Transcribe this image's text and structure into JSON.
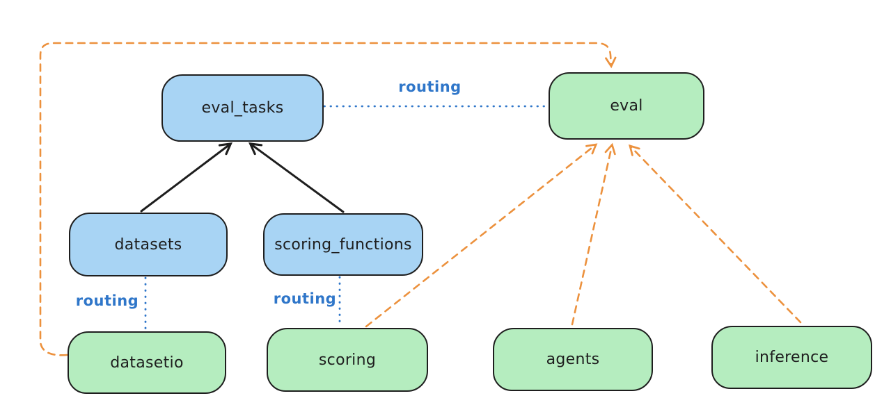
{
  "diagram": {
    "nodes": {
      "eval_tasks": {
        "label": "eval_tasks",
        "fill": "blue"
      },
      "eval": {
        "label": "eval",
        "fill": "green"
      },
      "datasets": {
        "label": "datasets",
        "fill": "blue"
      },
      "scoring_functions": {
        "label": "scoring_functions",
        "fill": "blue"
      },
      "datasetio": {
        "label": "datasetio",
        "fill": "green"
      },
      "scoring": {
        "label": "scoring",
        "fill": "green"
      },
      "agents": {
        "label": "agents",
        "fill": "green"
      },
      "inference": {
        "label": "inference",
        "fill": "green"
      }
    },
    "edge_labels": {
      "eval_tasks_to_eval": "routing",
      "datasets_to_datasetio": "routing",
      "scoring_functions_to_scoring": "routing"
    },
    "edges": [
      {
        "from": "datasets",
        "to": "eval_tasks",
        "style": "solid-black-arrow"
      },
      {
        "from": "scoring_functions",
        "to": "eval_tasks",
        "style": "solid-black-arrow"
      },
      {
        "from": "eval_tasks",
        "to": "eval",
        "style": "dotted-blue",
        "label": "routing"
      },
      {
        "from": "datasets",
        "to": "datasetio",
        "style": "dotted-blue",
        "label": "routing"
      },
      {
        "from": "scoring_functions",
        "to": "scoring",
        "style": "dotted-blue",
        "label": "routing"
      },
      {
        "from": "scoring",
        "to": "eval",
        "style": "dashed-orange-arrow"
      },
      {
        "from": "agents",
        "to": "eval",
        "style": "dashed-orange-arrow"
      },
      {
        "from": "inference",
        "to": "eval",
        "style": "dashed-orange-arrow"
      },
      {
        "from": "datasetio",
        "to": "eval",
        "style": "dashed-orange-arrow",
        "route": "around-left-and-top"
      }
    ],
    "colors": {
      "blue_node_fill": "#a8d4f4",
      "green_node_fill": "#b5edbf",
      "node_border": "#1e1e1e",
      "routing_blue": "#2f76c9",
      "arrow_black": "#1e1e1e",
      "arrow_orange": "#ec913d",
      "background": "#ffffff"
    }
  }
}
